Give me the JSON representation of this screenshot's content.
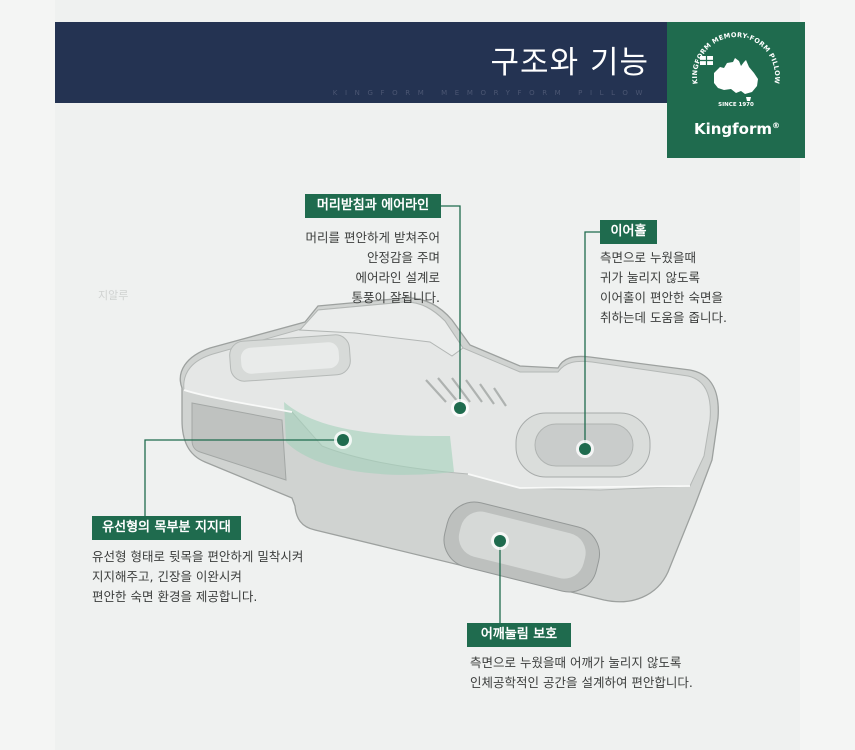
{
  "header": {
    "title": "구조와 기능",
    "subtitle": "KINGFORM MEMORYFORM PILLOW"
  },
  "logo": {
    "arc_text": "KINGFORM MEMORY-FORM PILLOW",
    "since": "SINCE 1970",
    "brand": "Kingform",
    "registered": "®",
    "icon": "australia-map-icon"
  },
  "watermark": "지알루",
  "callouts": {
    "headrest": {
      "label": "머리받침과 에어라인",
      "lines": [
        "머리를 편안하게 받쳐주어",
        "안정감을 주며",
        "에어라인 설계로",
        "통풍이 잘됩니다."
      ]
    },
    "ear_hole": {
      "label": "이어홀",
      "lines": [
        "측면으로 누웠을때",
        "귀가 눌리지 않도록",
        "이어홀이 편안한 숙면을",
        "취하는데 도움을 줍니다."
      ]
    },
    "neck_support": {
      "label": "유선형의 목부분 지지대",
      "lines": [
        "유선형 형태로 뒷목을 편안하게 밀착시켜",
        "지지해주고, 긴장을 이완시켜",
        "편안한 숙면 환경을 제공합니다."
      ]
    },
    "shoulder": {
      "label": "어깨눌림 보호",
      "lines": [
        "측면으로 누웠을때 어깨가 눌리지 않도록",
        "인체공학적인 공간을 설계하여 편안합니다."
      ]
    }
  },
  "colors": {
    "header_navy": "#243352",
    "accent_green": "#1f6b4e",
    "neck_highlight": "#a3d2bb",
    "pillow_gray": "#d0d3d1",
    "text": "#3c3e3d"
  }
}
